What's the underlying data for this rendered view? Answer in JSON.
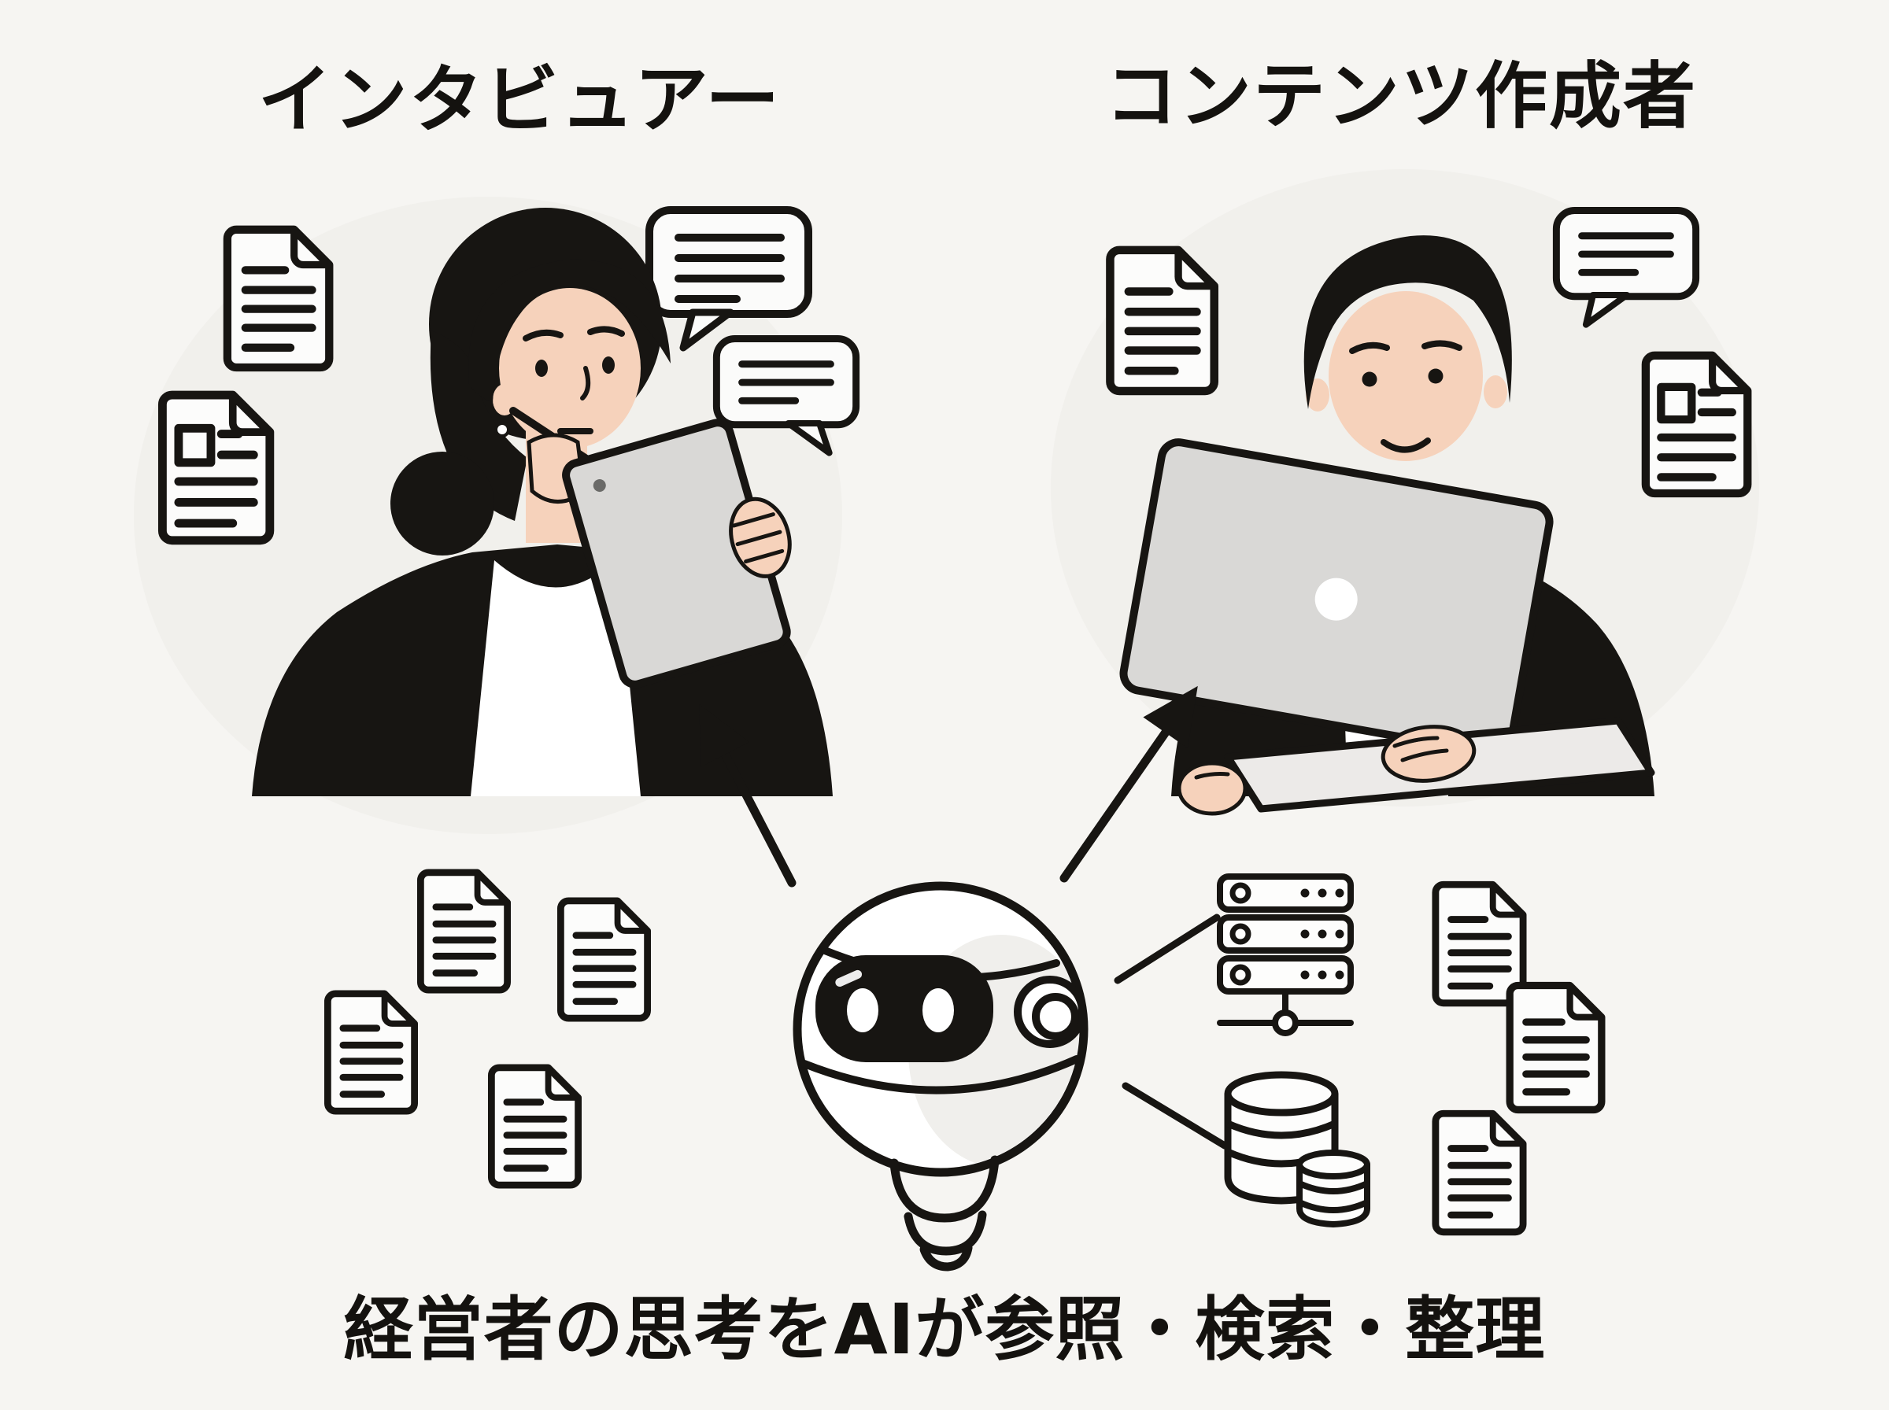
{
  "scene": {
    "background_color": "#f6f5f2",
    "ink_color": "#171512",
    "skin_color": "#f6d2bb",
    "device_color": "#d9d8d6",
    "blob_color": "#edebe7"
  },
  "labels": {
    "left_role": "インタビュアー",
    "right_role": "コンテンツ作成者",
    "caption": "経営者の思考をAIが参照・検索・整理"
  },
  "figures": {
    "left_person": "interviewer-with-tablet-and-pen",
    "right_person": "content-creator-with-laptop",
    "center": "ai-robot"
  },
  "icons": [
    "document-icon",
    "document-image-icon",
    "speech-bubble-icon",
    "server-rack-icon",
    "database-icon",
    "arrow-icon"
  ]
}
